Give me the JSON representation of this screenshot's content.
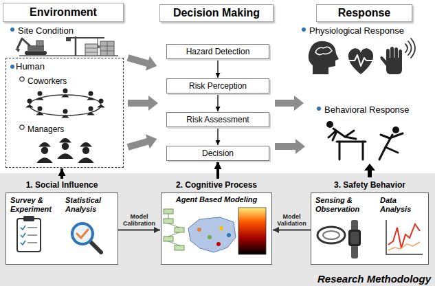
{
  "diagram": {
    "nodes": [
      {
        "text": [
          "Environment"
        ]
      },
      {
        "text": [
          "Decision Making"
        ]
      },
      {
        "text": [
          "Response"
        ]
      },
      {
        "text": [
          "Human"
        ]
      },
      {
        "text": [
          "Hazard Detection"
        ]
      },
      {
        "text": [
          "Risk Perception"
        ]
      },
      {
        "text": [
          "Risk Assessment"
        ]
      },
      {
        "text": [
          "Decision"
        ]
      },
      {
        "text": [
          "Research Methodology"
        ]
      },
      {
        "text": [
          "1. Social Influence",
          "Survey & Experiment",
          "Statistical Analysis"
        ],
        "in": 8
      },
      {
        "text": [
          "2. Cognitive Process",
          "Agent Based Modeling"
        ],
        "in": 8
      },
      {
        "text": [
          "3. Safety Behavior",
          "Sensing & Observation",
          "Data Analysis"
        ],
        "in": 8
      }
    ],
    "edges": [
      {
        "from": 4,
        "to": 5,
        "arrow": "to"
      },
      {
        "from": 5,
        "to": 6,
        "arrow": "to"
      },
      {
        "from": 6,
        "to": 7,
        "arrow": "to"
      },
      {
        "from": 9,
        "to": 3,
        "arrow": "to"
      },
      {
        "from": 10,
        "to": 7,
        "arrow": "to"
      },
      {
        "from": 9,
        "to": 10,
        "label": "Model Calibration",
        "arrow": "to"
      },
      {
        "from": 11,
        "to": 10,
        "label": "Model Validation",
        "arrow": "to"
      }
    ],
    "labels": [
      "Site Condition",
      "Coworkers",
      "Managers",
      "Physiological Response",
      "Behavioral Response"
    ]
  }
}
